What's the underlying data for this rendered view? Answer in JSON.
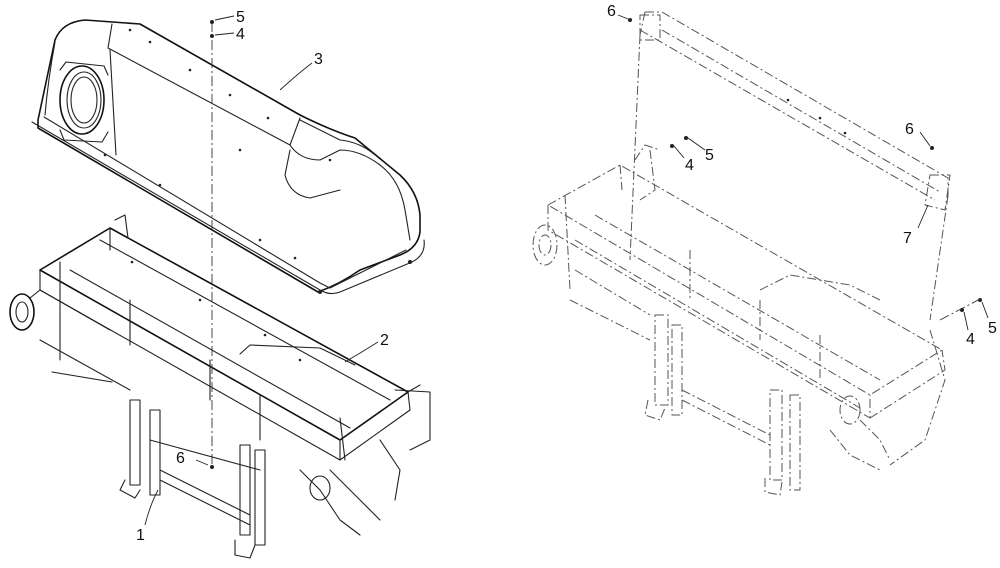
{
  "callouts": {
    "left": {
      "num_5": "5",
      "num_4": "4",
      "num_3": "3",
      "num_2": "2",
      "num_6": "6",
      "num_1": "1"
    },
    "right": {
      "num_6_top": "6",
      "num_4_upper": "4",
      "num_5_upper": "5",
      "num_6_right": "6",
      "num_7": "7",
      "num_4_lower": "4",
      "num_5_lower": "5"
    }
  }
}
